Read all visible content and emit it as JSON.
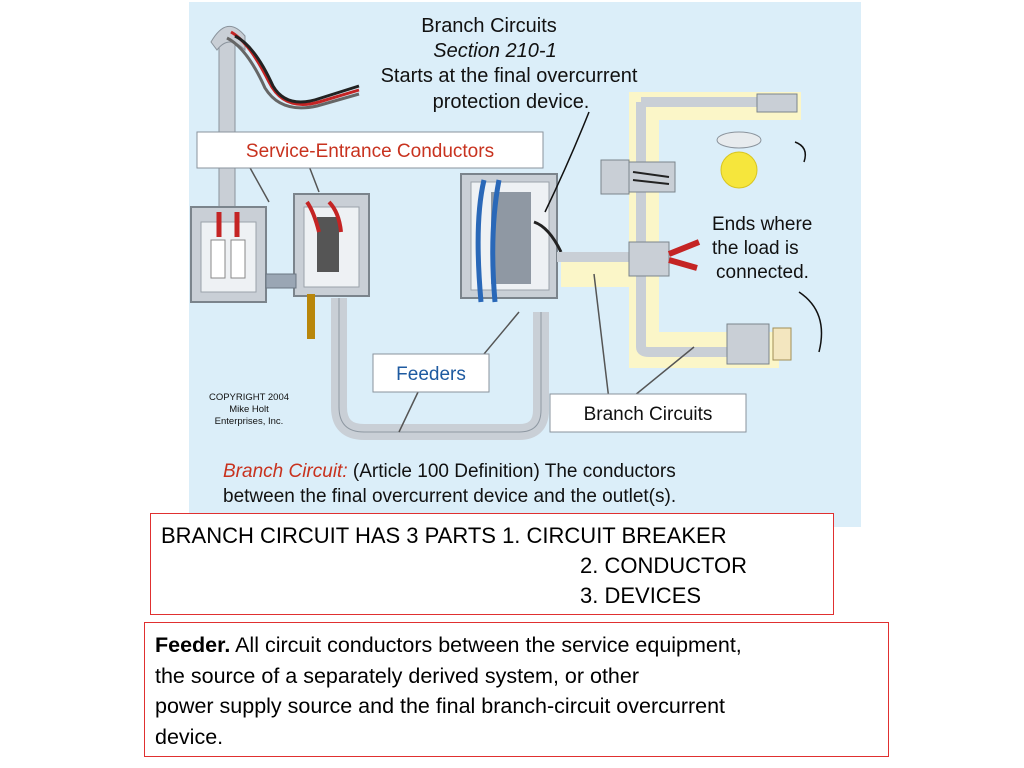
{
  "diagram": {
    "header_title": "Branch Circuits",
    "header_section": "Section 210-1",
    "header_line1": "Starts at the final overcurrent",
    "header_line2": "protection device.",
    "service_label": "Service-Entrance Conductors",
    "feeders_label": "Feeders",
    "branch_label": "Branch Circuits",
    "ends_line1": "Ends where",
    "ends_line2": "the load is",
    "ends_line3": "connected.",
    "copyright_line1": "COPYRIGHT 2004",
    "copyright_line2": "Mike Holt",
    "copyright_line3": "Enterprises, Inc.",
    "definition_term": "Branch Circuit:",
    "definition_rest": " (Article 100 Definition) The conductors",
    "definition_line2": "between the final overcurrent device and the outlet(s).",
    "colors": {
      "background": "#dbeef9",
      "highlight": "#fbf6c8",
      "label_red": "#c8321e",
      "label_blue": "#1e5aa0",
      "conduit": "#c9cfd6",
      "wire_blue": "#2a68b8",
      "wire_red": "#c42424",
      "bulb": "#f6e63c"
    }
  },
  "parts": {
    "line1": "BRANCH CIRCUIT HAS 3 PARTS 1. CIRCUIT BREAKER",
    "line2": "2. CONDUCTOR",
    "line3": "3. DEVICES"
  },
  "feeder": {
    "term": "Feeder.",
    "line1": " All circuit conductors between the service equipment,",
    "line2": "the source of a separately derived system, or other",
    "line3": "power supply source and the final branch-circuit overcurrent",
    "line4": "device."
  }
}
